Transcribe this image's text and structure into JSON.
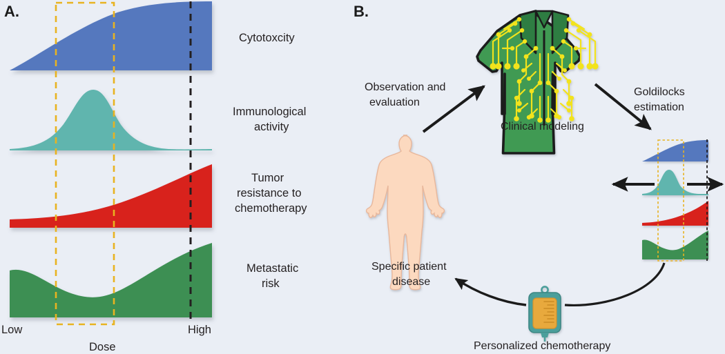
{
  "figure": {
    "background_color": "#eaeef5",
    "panels": [
      {
        "id": "A",
        "label": "A."
      },
      {
        "id": "B",
        "label": "B."
      }
    ]
  },
  "panel_a": {
    "label": "A.",
    "axis": {
      "x_title": "Dose",
      "tick_low": "Low",
      "tick_high": "High"
    },
    "markers": {
      "goldilocks_window_color": "#e8b320",
      "max_tolerated_dose_color": "#231f20"
    },
    "curves": [
      {
        "name": "cytotoxicity",
        "label": "Cytotoxcity",
        "color": "#5578be",
        "shape": "monotonic-increasing-saturating"
      },
      {
        "name": "immunological-activity",
        "label": "Immunological\nactivity",
        "label_line1": "Immunological",
        "label_line2": "activity",
        "color": "#60b5ae",
        "shape": "skewed-unimodal-peak"
      },
      {
        "name": "tumor-resistance",
        "label_line1": "Tumor",
        "label_line2": "resistance to",
        "label_line3": "chemotherapy",
        "color": "#d8201f",
        "shape": "exponential-increasing"
      },
      {
        "name": "metastatic-risk",
        "label_line1": "Metastatic",
        "label_line2": "risk",
        "color": "#3c8f52",
        "shape": "u-shaped"
      }
    ]
  },
  "panel_b": {
    "label": "B.",
    "nodes": [
      {
        "name": "patient",
        "caption_line1": "Specific patient",
        "caption_line2": "disease",
        "icon": "human-body-icon",
        "color": "#fcd9bf"
      },
      {
        "name": "clinical-modeling",
        "caption": "Clinical modeling",
        "icon": "lab-coat-circuit-icon",
        "color": "#3f9a52"
      },
      {
        "name": "dose-response-estimate",
        "caption": "",
        "icon": "mini-dose-response-chart-icon"
      },
      {
        "name": "chemotherapy",
        "caption": "Personalized chemotherapy",
        "icon": "iv-bag-icon",
        "color": "#e8a93c"
      }
    ],
    "arrows": [
      {
        "name": "observation-arrow",
        "label_line1": "Observation and",
        "label_line2": "evaluation"
      },
      {
        "name": "goldilocks-arrow",
        "label_line1": "Goldilocks",
        "label_line2": "estimation"
      },
      {
        "name": "treatment-arrow",
        "label": ""
      },
      {
        "name": "outcome-arrow",
        "label": ""
      }
    ]
  },
  "chart_data": {
    "type": "area",
    "title": "",
    "xlabel": "Dose",
    "ylabel": "",
    "x": [
      0,
      0.1,
      0.2,
      0.3,
      0.4,
      0.5,
      0.6,
      0.7,
      0.8,
      0.9,
      1.0
    ],
    "xtick_labels": [
      "Low",
      "High"
    ],
    "xlim": [
      0,
      1
    ],
    "ylim": [
      0,
      1
    ],
    "grid": false,
    "legend": "right-side-labels",
    "annotations": [
      {
        "type": "vertical-band",
        "name": "goldilocks-window",
        "x_start": 0.23,
        "x_end": 0.52,
        "color": "#e8b320",
        "style": "dashed"
      },
      {
        "type": "vertical-line",
        "name": "maximum-tolerated-dose",
        "x": 0.89,
        "color": "#231f20",
        "style": "dashed"
      }
    ],
    "series": [
      {
        "name": "Cytotoxcity",
        "color": "#5578be",
        "values": [
          0.02,
          0.3,
          0.5,
          0.64,
          0.76,
          0.85,
          0.91,
          0.96,
          0.99,
          1.0,
          1.0
        ]
      },
      {
        "name": "Immunological activity",
        "color": "#60b5ae",
        "values": [
          0.02,
          0.12,
          0.48,
          0.92,
          1.0,
          0.86,
          0.62,
          0.4,
          0.22,
          0.1,
          0.02
        ]
      },
      {
        "name": "Tumor resistance to chemotherapy",
        "color": "#d8201f",
        "values": [
          0.12,
          0.13,
          0.15,
          0.18,
          0.23,
          0.3,
          0.4,
          0.53,
          0.69,
          0.86,
          1.0
        ]
      },
      {
        "name": "Metastatic risk",
        "color": "#3c8f52",
        "values": [
          0.72,
          0.6,
          0.45,
          0.33,
          0.27,
          0.26,
          0.32,
          0.44,
          0.6,
          0.82,
          1.0
        ]
      }
    ]
  }
}
